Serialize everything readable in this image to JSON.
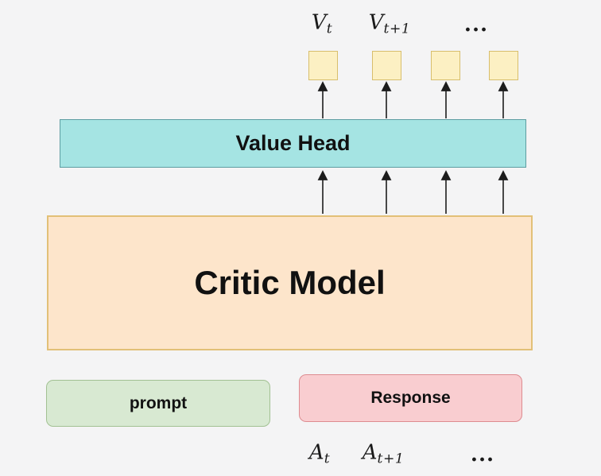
{
  "colors": {
    "background": "#f4f4f5",
    "token_square_fill": "#fcf0c3",
    "token_square_border": "#d8be6c",
    "value_head_fill": "#a5e4e3",
    "value_head_border": "#5d9da1",
    "critic_model_fill": "#fde5cb",
    "critic_model_border": "#e2c077",
    "prompt_fill": "#d8e9d2",
    "prompt_border": "#a2c193",
    "response_fill": "#f9cdd0",
    "response_border": "#dd8b90",
    "arrow": "#1c1c1c",
    "text": "#111111"
  },
  "boxes": {
    "value_head": "Value Head",
    "critic_model": "Critic Model",
    "prompt": "prompt",
    "response": "Response"
  },
  "labels": {
    "top": [
      {
        "base": "V",
        "sub": "t"
      },
      {
        "base": "V",
        "sub": "t+1"
      },
      {
        "base": "...",
        "sub": ""
      }
    ],
    "bottom": [
      {
        "base": "A",
        "sub": "t"
      },
      {
        "base": "A",
        "sub": "t+1"
      },
      {
        "base": "...",
        "sub": ""
      }
    ]
  }
}
